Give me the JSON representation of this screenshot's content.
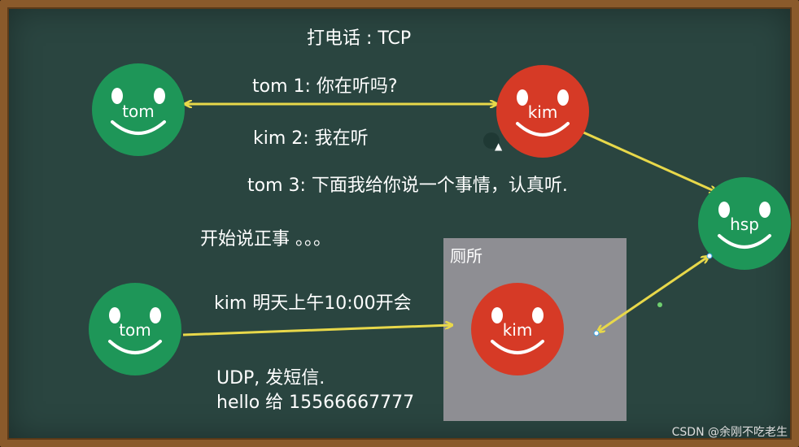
{
  "title": "打电话 : TCP",
  "tcp": {
    "line1": "tom 1:  你在听吗?",
    "line2": "kim 2:  我在听",
    "line3": "tom 3:  下面我给你说一个事情，认真听.",
    "line4": "开始说正事 。。。"
  },
  "udp": {
    "message": "kim 明天上午10:00开会",
    "protocol": "UDP, 发短信.",
    "sms": "hello 给 15566667777"
  },
  "restroom_label": "厕所",
  "faces": {
    "tom_top": "tom",
    "kim_top": "kim",
    "hsp": "hsp",
    "tom_bottom": "tom",
    "kim_bottom": "kim"
  },
  "watermark": "CSDN @余刚不吃老生",
  "colors": {
    "green": "#1e9658",
    "red": "#d63a26",
    "arrow": "#e8d84a",
    "board": "#2a4540",
    "frame": "#8a5a2b"
  }
}
